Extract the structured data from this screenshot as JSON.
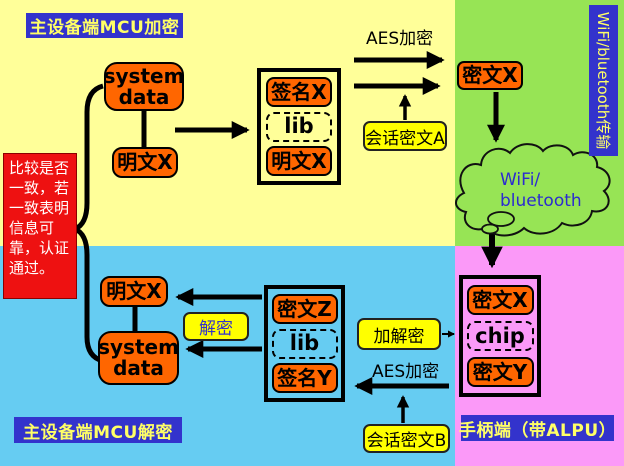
{
  "titles": {
    "master_mcu_encrypt": "主设备端MCU加密",
    "master_mcu_decrypt": "主设备端MCU解密",
    "handle_alpu": "手柄端（带ALPU）",
    "wifi_bt_transfer": "WiFi/bluetooth传输"
  },
  "nodes": {
    "system_data_top": "system data",
    "plain_x_top": "明文X",
    "sign_x": "签名X",
    "lib_top": "lib",
    "plain_x_group": "明文X",
    "cipher_x_sent": "密文X",
    "cipher_x_recv": "密文X",
    "chip": "chip",
    "cipher_y": "密文Y",
    "cipher_z": "密文Z",
    "lib_bottom": "lib",
    "sign_y": "签名Y",
    "plain_x_bottom": "明文X",
    "system_data_bottom": "system data"
  },
  "annotations": {
    "aes_encrypt_top": "AES加密",
    "aes_encrypt_bottom": "AES加密",
    "session_cipher_a": "会话密文A",
    "session_cipher_b": "会话密文B",
    "decrypt": "解密",
    "encrypt_decrypt": "加解密",
    "compare_note": "比较是否一致，若一致表明信息可靠，认证通过。",
    "cloud_line1": "WiFi/",
    "cloud_line2": "bluetooth"
  },
  "colors": {
    "quad_top_left_yellow": "#FFFF99",
    "quad_top_right_green": "#97E455",
    "quad_bottom_left_blue": "#66CCF2",
    "quad_bottom_right_pink": "#FB99F8",
    "node_orange": "#FF6600",
    "label_blue": "#3333CC",
    "label_text_yellow": "#FFFF66",
    "note_red": "#EE1111",
    "highlight_yellow": "#FFFF00"
  }
}
